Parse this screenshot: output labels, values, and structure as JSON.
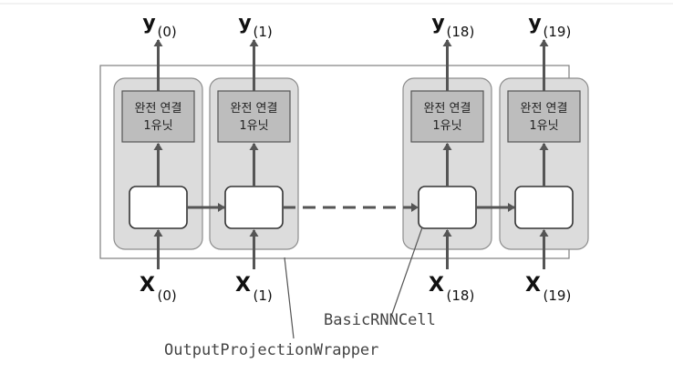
{
  "cells": [
    {
      "dense_line1": "완전 연결",
      "dense_line2": "1유닛",
      "y_main": "y",
      "y_sub": "(0)",
      "x_main": "X",
      "x_sub": "(0)"
    },
    {
      "dense_line1": "완전 연결",
      "dense_line2": "1유닛",
      "y_main": "y",
      "y_sub": "(1)",
      "x_main": "X",
      "x_sub": "(1)"
    },
    {
      "dense_line1": "완전 연결",
      "dense_line2": "1유닛",
      "y_main": "y",
      "y_sub": "(18)",
      "x_main": "X",
      "x_sub": "(18)"
    },
    {
      "dense_line1": "완전 연결",
      "dense_line2": "1유닛",
      "y_main": "y",
      "y_sub": "(19)",
      "x_main": "X",
      "x_sub": "(19)"
    }
  ],
  "labels": {
    "basic_cell": "BasicRNNCell",
    "wrapper": "OutputProjectionWrapper"
  },
  "colors": {
    "outer_border": "#7f7f7f",
    "cell_fill": "#dcdcdc",
    "cell_border": "#8c8c8c",
    "dense_fill": "#bdbdbd",
    "dense_border": "#555555",
    "inner_fill": "#ffffff",
    "arrow": "#555555",
    "text": "#222222",
    "mono_text": "#444444"
  }
}
